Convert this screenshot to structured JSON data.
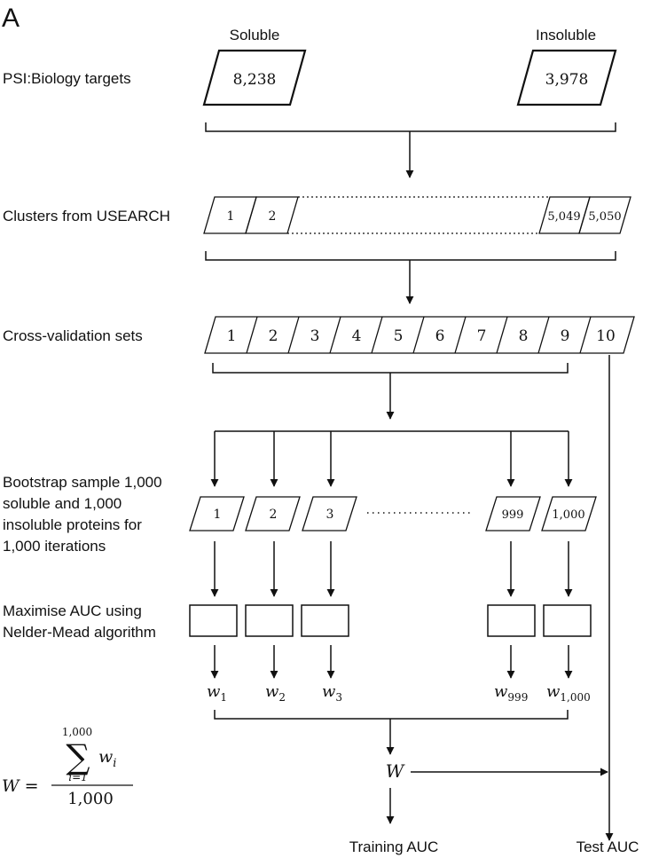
{
  "panel_label": "A",
  "columns": {
    "soluble": "Soluble",
    "insoluble": "Insoluble"
  },
  "rows": {
    "targets": "PSI:Biology targets",
    "clusters": "Clusters from USEARCH",
    "cv": "Cross-validation sets",
    "bootstrap": [
      "Bootstrap sample 1,000",
      "soluble and 1,000",
      "insoluble proteins for",
      "1,000 iterations"
    ],
    "maximise": [
      "Maximise AUC using",
      "Nelder-Mead algorithm"
    ]
  },
  "targets": {
    "soluble": "8,238",
    "insoluble": "3,978"
  },
  "clusters": {
    "c1": "1",
    "c2": "2",
    "c3": "5,049",
    "c4": "5,050"
  },
  "cv_sets": [
    "1",
    "2",
    "3",
    "4",
    "5",
    "6",
    "7",
    "8",
    "9",
    "10"
  ],
  "samples": {
    "s1": "1",
    "s2": "2",
    "s3": "3",
    "s4": "999",
    "s5": "1,000"
  },
  "weights": {
    "w1": {
      "base": "w",
      "sub": "1"
    },
    "w2": {
      "base": "w",
      "sub": "2"
    },
    "w3": {
      "base": "w",
      "sub": "3"
    },
    "w999": {
      "base": "w",
      "sub": "999"
    },
    "w1000": {
      "base": "w",
      "sub": "1,000"
    }
  },
  "formula": {
    "lhs": "W =",
    "sum_upper": "1,000",
    "sum_symbol": "∑",
    "term_base": "w",
    "term_sub": "i",
    "sum_lower": "i=1",
    "denominator": "1,000"
  },
  "W_node": "W",
  "outputs": {
    "training": "Training AUC",
    "test": "Test AUC"
  }
}
